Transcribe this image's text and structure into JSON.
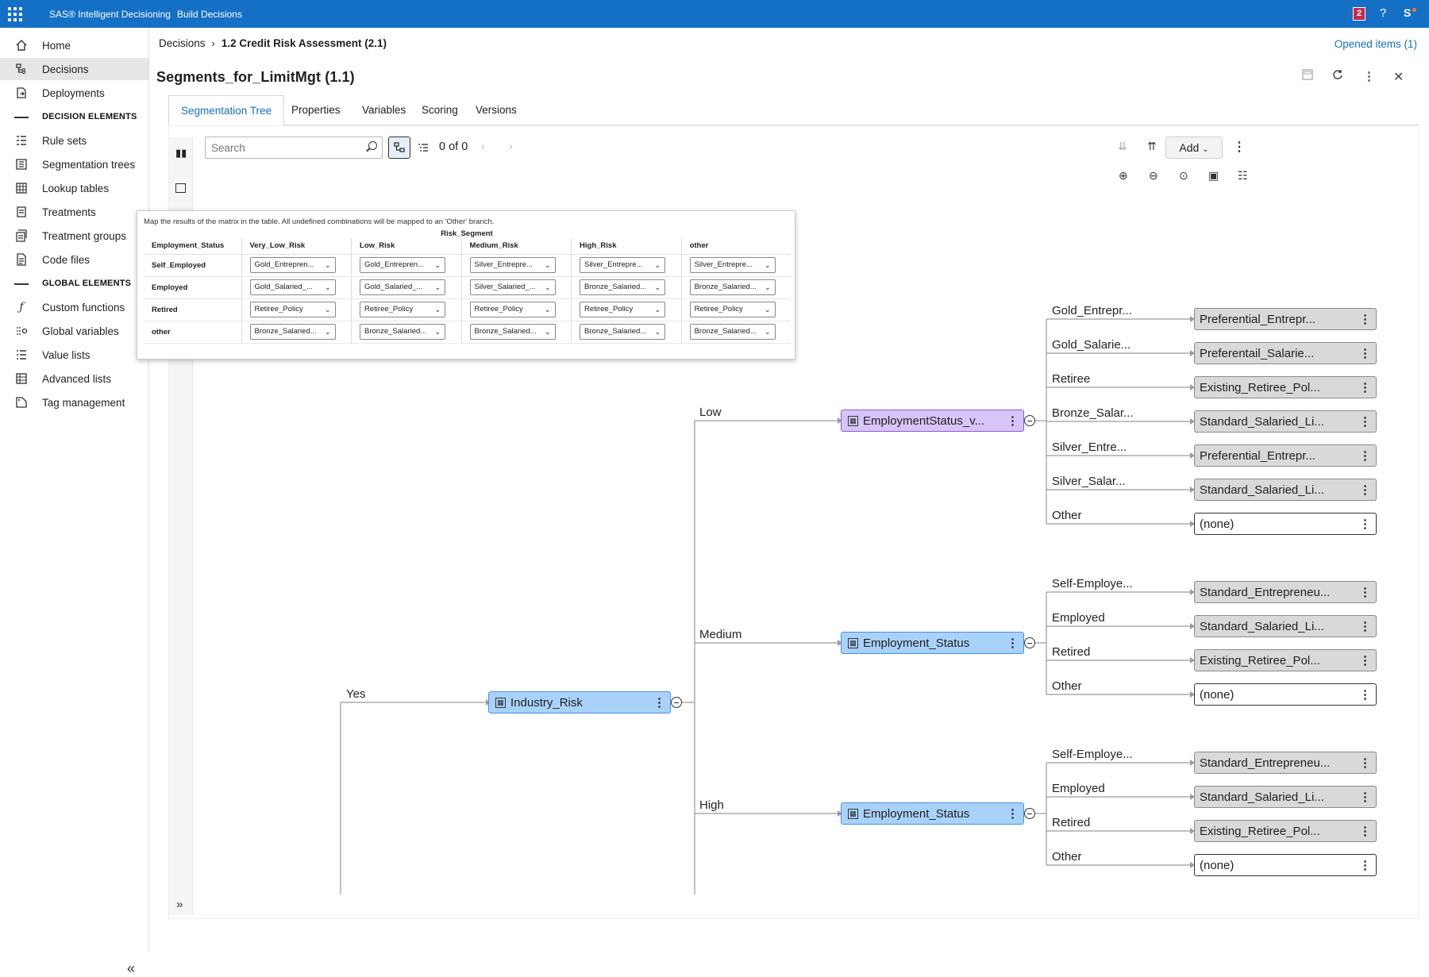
{
  "topbar": {
    "brand": "SAS® Intelligent Decisioning",
    "subtitle": "Build Decisions",
    "notifications": "2",
    "help": "?",
    "user": "S"
  },
  "sidebar": {
    "items": [
      {
        "label": "Home",
        "icon": "home-icon"
      },
      {
        "label": "Decisions",
        "icon": "decision-icon"
      },
      {
        "label": "Deployments",
        "icon": "deploy-icon"
      }
    ],
    "section1": "DECISION ELEMENTS",
    "elements": [
      {
        "label": "Rule sets"
      },
      {
        "label": "Segmentation trees"
      },
      {
        "label": "Lookup tables"
      },
      {
        "label": "Treatments"
      },
      {
        "label": "Treatment groups"
      },
      {
        "label": "Code files"
      }
    ],
    "section2": "GLOBAL ELEMENTS",
    "globals": [
      {
        "label": "Custom functions"
      },
      {
        "label": "Global variables"
      },
      {
        "label": "Value lists"
      },
      {
        "label": "Advanced lists"
      },
      {
        "label": "Tag management"
      }
    ],
    "collapse": "«"
  },
  "breadcrumb": {
    "root": "Decisions",
    "sep": "›",
    "current": "1.2 Credit Risk Assessment (2.1)"
  },
  "opened_items": "Opened items (1)",
  "page_title": "Segments_for_LimitMgt (1.1)",
  "tabs": [
    "Segmentation Tree",
    "Properties",
    "Variables",
    "Scoring",
    "Versions"
  ],
  "toolbar": {
    "search_placeholder": "Search",
    "counter": "0 of 0",
    "add_label": "Add"
  },
  "tree": {
    "root_branch": "Yes",
    "root_node": "Industry_Risk",
    "branches": {
      "low": "Low",
      "medium": "Medium",
      "high": "High"
    },
    "low_node": "EmploymentStatus_v...",
    "medium_node": "Employment_Status",
    "high_node": "Employment_Status",
    "low_leaves": [
      {
        "branch": "Gold_Entrepr...",
        "value": "Preferential_Entrepr..."
      },
      {
        "branch": "Gold_Salarie...",
        "value": "Preferentail_Salarie..."
      },
      {
        "branch": "Retiree",
        "value": "Existing_Retiree_Pol..."
      },
      {
        "branch": "Bronze_Salar...",
        "value": "Standard_Salaried_Li..."
      },
      {
        "branch": "Silver_Entre...",
        "value": "Preferential_Entrepr..."
      },
      {
        "branch": "Silver_Salar...",
        "value": "Standard_Salaried_Li..."
      },
      {
        "branch": "Other",
        "value": "(none)"
      }
    ],
    "medium_leaves": [
      {
        "branch": "Self-Employe...",
        "value": "Standard_Entrepreneu..."
      },
      {
        "branch": "Employed",
        "value": "Standard_Salaried_Li..."
      },
      {
        "branch": "Retired",
        "value": "Existing_Retiree_Pol..."
      },
      {
        "branch": "Other",
        "value": "(none)"
      }
    ],
    "high_leaves": [
      {
        "branch": "Self-Employe...",
        "value": "Standard_Entrepreneu..."
      },
      {
        "branch": "Employed",
        "value": "Standard_Salaried_Li..."
      },
      {
        "branch": "Retired",
        "value": "Existing_Retiree_Pol..."
      },
      {
        "branch": "Other",
        "value": "(none)"
      }
    ]
  },
  "matrix": {
    "description": "Map the results of the matrix in the table. All undefined combinations will be mapped to an 'Other' branch.",
    "column_group": "Risk_Segment",
    "row_header": "Employment_Status",
    "columns": [
      "Very_Low_Risk",
      "Low_Risk",
      "Medium_Risk",
      "High_Risk",
      "other"
    ],
    "rows": [
      {
        "label": "Self_Employed",
        "cells": [
          "Gold_Entrepren...",
          "Gold_Entrepren...",
          "Silver_Entrepre...",
          "Silver_Entrepre...",
          "Silver_Entrepre..."
        ]
      },
      {
        "label": "Employed",
        "cells": [
          "Gold_Salaried_...",
          "Gold_Salaried_...",
          "Silver_Salaried_...",
          "Bronze_Salaried...",
          "Bronze_Salaried..."
        ]
      },
      {
        "label": "Retired",
        "cells": [
          "Retiree_Policy",
          "Retiree_Policy",
          "Retiree_Policy",
          "Retiree_Policy",
          "Retiree_Policy"
        ]
      },
      {
        "label": "other",
        "cells": [
          "Bronze_Salaried...",
          "Bronze_Salaried...",
          "Bronze_Salaried...",
          "Bronze_Salaried...",
          "Bronze_Salaried..."
        ]
      }
    ]
  },
  "colors": {
    "brand": "#1470c5",
    "node_blue": "#a9d2fb",
    "node_purple": "#d7c5f7",
    "leaf_gray": "#d9d9d9"
  }
}
